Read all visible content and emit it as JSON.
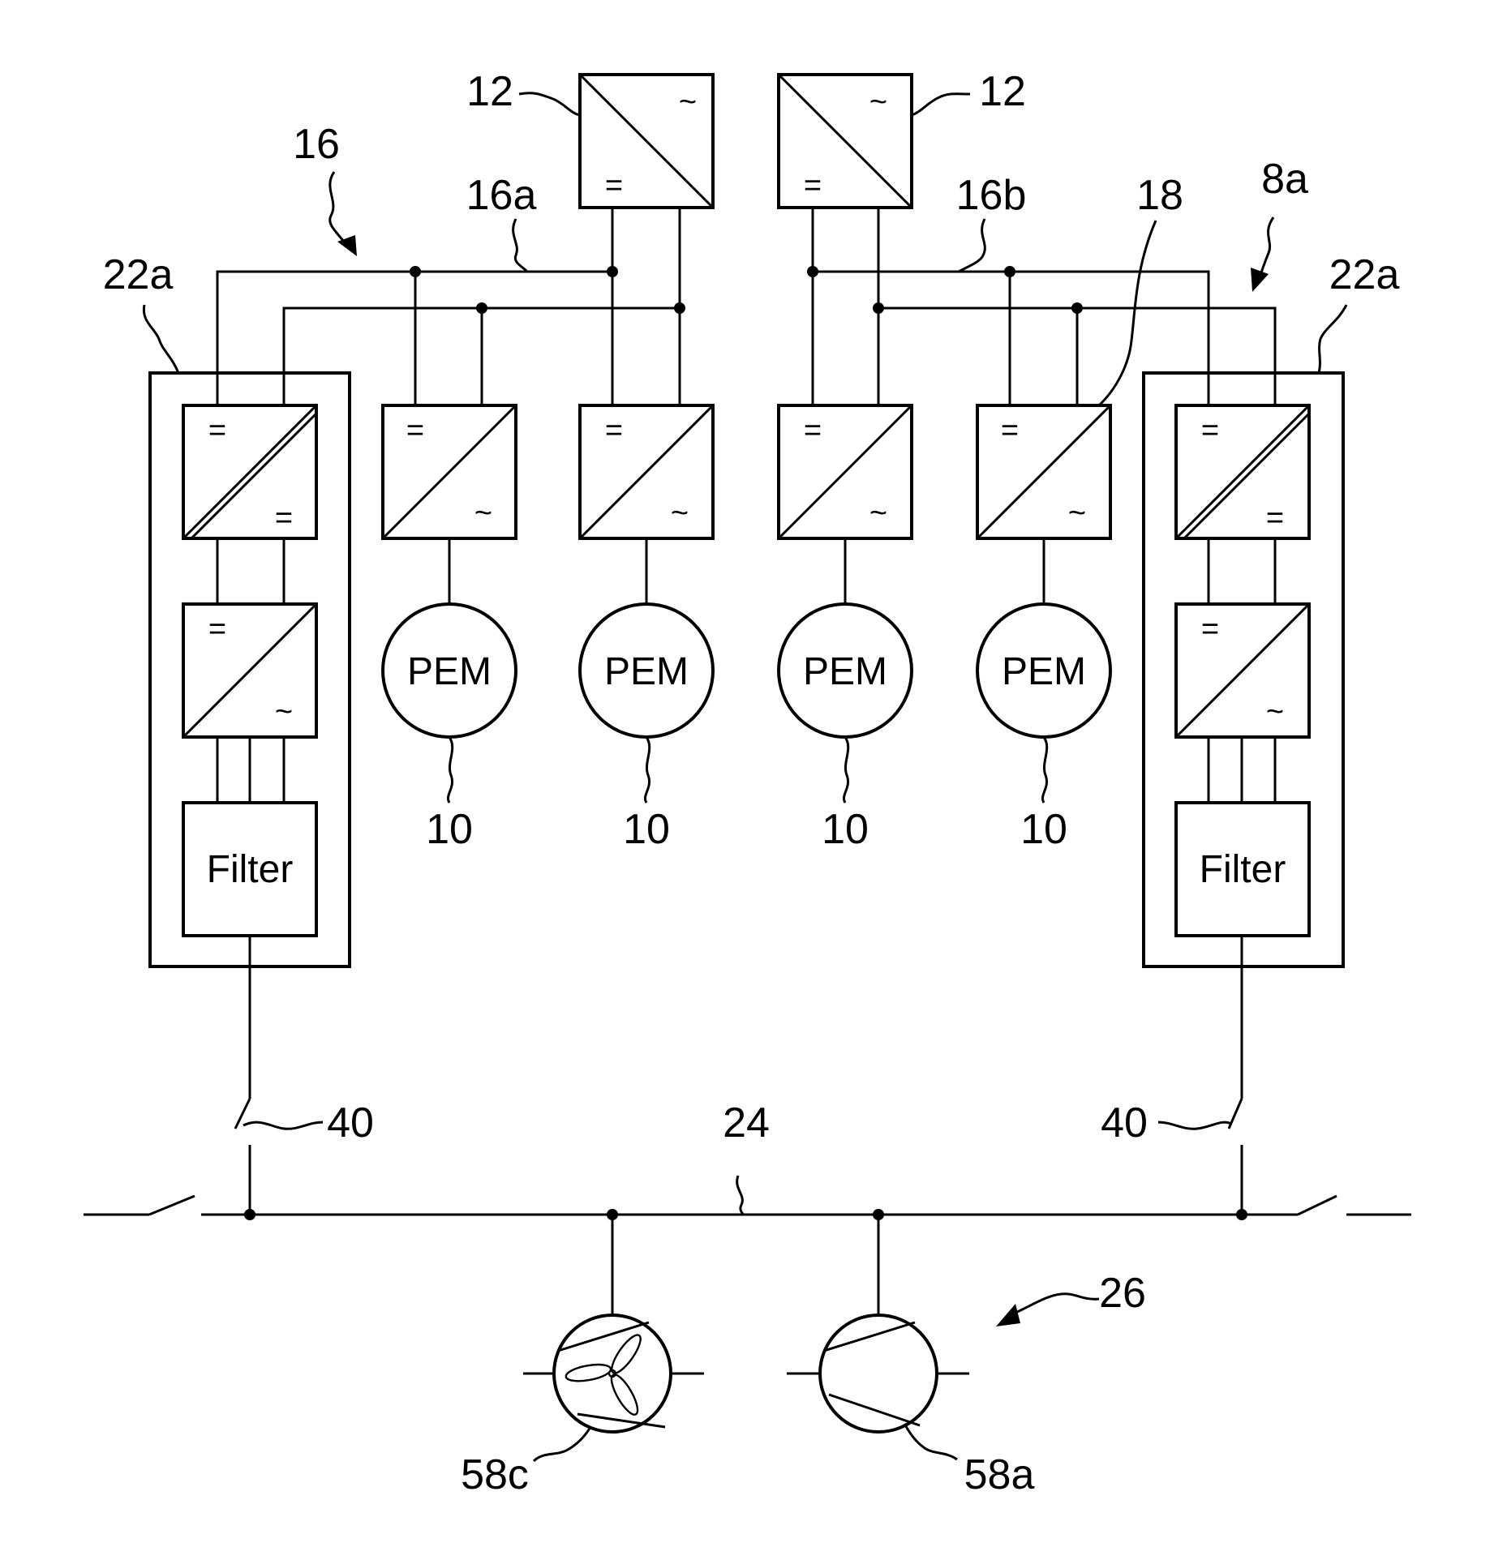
{
  "labels": {
    "ref_12_left": "12",
    "ref_12_right": "12",
    "ref_16": "16",
    "ref_16a": "16a",
    "ref_16b": "16b",
    "ref_18": "18",
    "ref_8a": "8a",
    "ref_22a_left": "22a",
    "ref_22a_right": "22a",
    "ref_10": [
      "10",
      "10",
      "10",
      "10"
    ],
    "ref_40_left": "40",
    "ref_40_right": "40",
    "ref_24": "24",
    "ref_26": "26",
    "ref_58c": "58c",
    "ref_58a": "58a"
  },
  "components": {
    "pem_label": "PEM",
    "filter_label": "Filter",
    "dc_symbol": "=",
    "ac_symbol": "~"
  },
  "icons": [
    "converter-icon",
    "fan-icon",
    "compressor-icon",
    "switch-icon"
  ]
}
